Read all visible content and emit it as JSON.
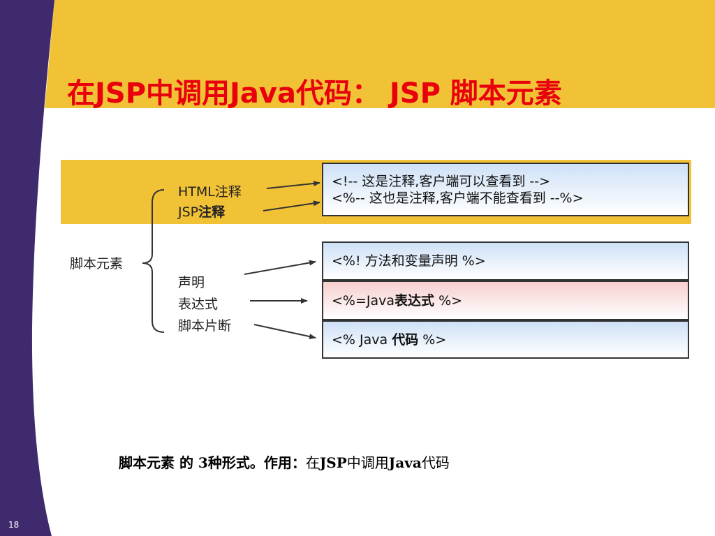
{
  "slide": {
    "title": "在JSP中调用Java代码： JSP 脚本元素",
    "page_number": "18",
    "colors": {
      "sidebar": "#3e2a6c",
      "banner": "#f2c236",
      "title": "#e8000c"
    }
  },
  "diagram": {
    "root_label": "脚本元素",
    "comment_labels": {
      "html": "HTML注释",
      "jsp_prefix": "JSP",
      "jsp_bold": "注释"
    },
    "element_labels": [
      "声明",
      "表达式",
      "脚本片断"
    ],
    "comment_box": {
      "line1": "<!-- 这是注释,客户端可以查看到 -->",
      "line2": "<%-- 这也是注释,客户端不能查看到 --%>"
    },
    "declaration_box": {
      "text": "<%! 方法和变量声明 %>"
    },
    "expression_box": {
      "prefix": "<%=Java",
      "bold": "表达式",
      "suffix": " %>"
    },
    "scriptlet_box": {
      "prefix": "<% Java ",
      "bold": "代码",
      "suffix": " %>"
    }
  },
  "caption": {
    "part1": "脚本元素 的 3种形式。作用：",
    "part2": "在",
    "part3": "JSP",
    "part4": "中调用",
    "part5": "Java",
    "part6": "代码"
  }
}
